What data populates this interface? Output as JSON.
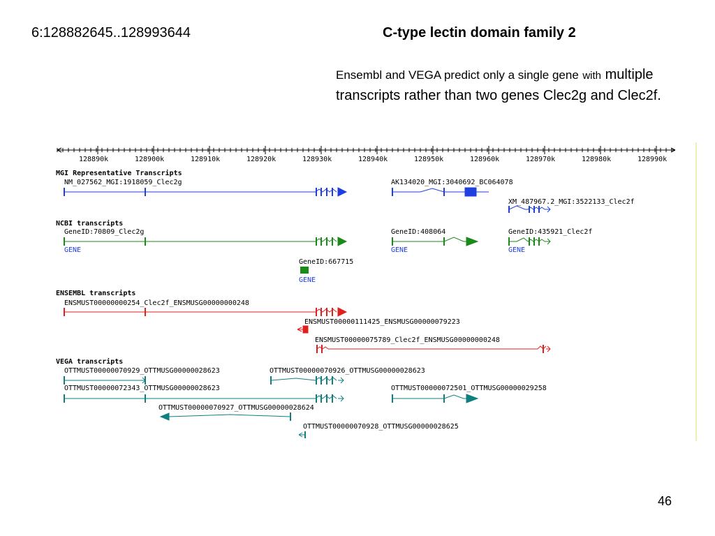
{
  "header": {
    "coords": "6:128882645..128993644",
    "title": "C-type lectin domain family 2"
  },
  "description": {
    "part1": "Ensembl and VEGA predict only a single gene",
    "part2": "with",
    "part3": "multiple transcripts rather than two genes Clec2g and Clec2f."
  },
  "page_number": "46",
  "ruler": {
    "ticks": [
      "128890k",
      "128900k",
      "128910k",
      "128920k",
      "128930k",
      "128940k",
      "128950k",
      "128960k",
      "128970k",
      "128980k",
      "128990k"
    ]
  },
  "sections": {
    "mgi": "MGI Representative Transcripts",
    "ncbi": "NCBI transcripts",
    "ensembl": "ENSEMBL transcripts",
    "vega": "VEGA transcripts"
  },
  "labels": {
    "mgi_clec2g": "NM_027562_MGI:1918059_Clec2g",
    "mgi_ak134020": "AK134020_MGI:3040692_BC064078",
    "mgi_clec2f": "XM_487967.2_MGI:3522133_Clec2f",
    "ncbi_70809": "GeneID:70809_Clec2g",
    "ncbi_408064": "GeneID:408064",
    "ncbi_435921": "GeneID:435921_Clec2f",
    "ncbi_667715": "GeneID:667715",
    "gene": "GENE",
    "ens_254": "ENSMUST00000000254_Clec2f_ENSMUSG00000000248",
    "ens_111425": "ENSMUST00000111425_ENSMUSG00000079223",
    "ens_75789": "ENSMUST00000075789_Clec2f_ENSMUSG00000000248",
    "vega_70929": "OTTMUST00000070929_OTTMUSG00000028623",
    "vega_70926": "OTTMUST00000070926_OTTMUSG00000028623",
    "vega_72343": "OTTMUST00000072343_OTTMUSG00000028623",
    "vega_72501": "OTTMUST00000072501_OTTMUSG00000029258",
    "vega_70927": "OTTMUST00000070927_OTTMUSG00000028624",
    "vega_70928": "OTTMUST00000070928_OTTMUSG00000028625"
  },
  "colors": {
    "mgi": "#1f3fe0",
    "ncbi": "#1a8a1a",
    "ensembl": "#e01f1f",
    "vega": "#0f7f80",
    "gene_link": "#1f3fe0",
    "border": "#eef0b8"
  }
}
